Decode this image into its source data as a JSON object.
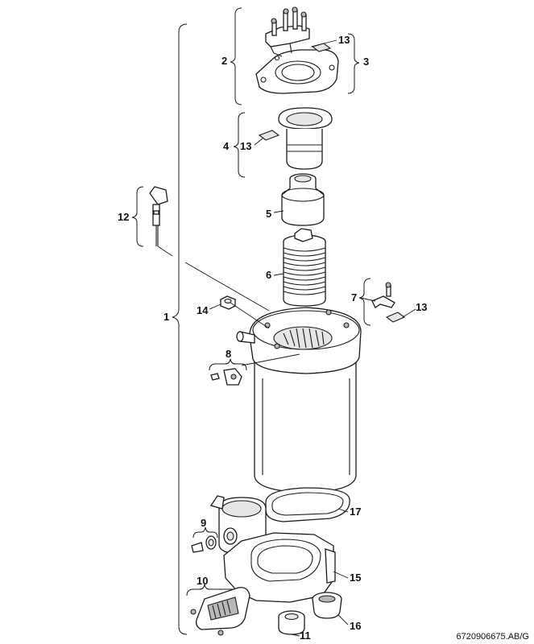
{
  "labels": {
    "p1": "1",
    "p2": "2",
    "p3": "3",
    "p4": "4",
    "p5": "5",
    "p6": "6",
    "p7": "7",
    "p8": "8",
    "p9": "9",
    "p10": "10",
    "p11": "11",
    "p12": "12",
    "p13a": "13",
    "p13b": "13",
    "p13c": "13",
    "p14": "14",
    "p15": "15",
    "p16": "16",
    "p17": "17"
  },
  "reference_code": "6720906675.AB/G"
}
